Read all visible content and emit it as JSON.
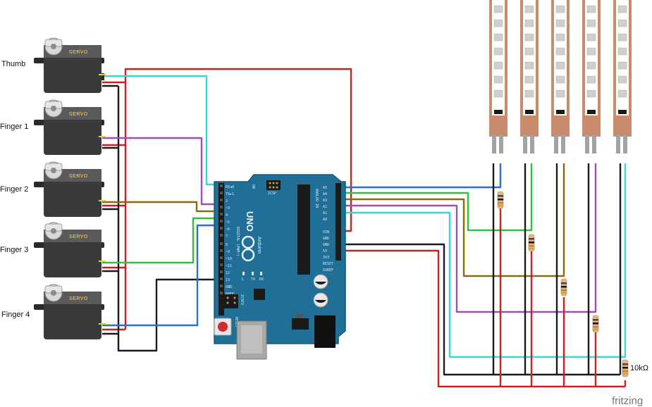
{
  "servos": [
    {
      "label": "Thumb",
      "badge": "SERVO"
    },
    {
      "label": "Finger 1",
      "badge": "SERVO"
    },
    {
      "label": "Finger 2",
      "badge": "SERVO"
    },
    {
      "label": "Finger 3",
      "badge": "SERVO"
    },
    {
      "label": "Finger 4",
      "badge": "SERVO"
    }
  ],
  "board": {
    "name": "UNO",
    "brand": "Arduino",
    "icsp_top": "ICSP",
    "icsp_side": "ICSP2",
    "on_led": "ON",
    "l_led": "L",
    "tx": "TX",
    "rx": "RX",
    "reset": "RESET",
    "aref": "AREF",
    "gnd": "GND",
    "digital_label": "DIGITAL (PWM~)",
    "analog_label": "ANALOG IN",
    "digital_pins": [
      "RX◄0",
      "TX►1",
      "2",
      "~3",
      "4",
      "~5",
      "~6",
      "7",
      "8",
      "~9",
      "~10",
      "~11",
      "12",
      "13",
      "GND",
      "AREF"
    ],
    "analog_pins": [
      "A5",
      "A4",
      "A3",
      "A2",
      "A1",
      "A0"
    ],
    "power_pins": [
      "VIN",
      "GND",
      "GND",
      "5V",
      "3V3",
      "RESET",
      "IOREF"
    ]
  },
  "resistor_label": "10kΩ",
  "footer_brand": "fritzing",
  "colors": {
    "red": "#cc1f1f",
    "black": "#1a1a1a",
    "cyan": "#3fd3d3",
    "purple": "#9c4fb0",
    "brown": "#8a6a10",
    "green": "#2fc13a",
    "blue": "#2d6fd1",
    "board": "#1f6f97"
  }
}
